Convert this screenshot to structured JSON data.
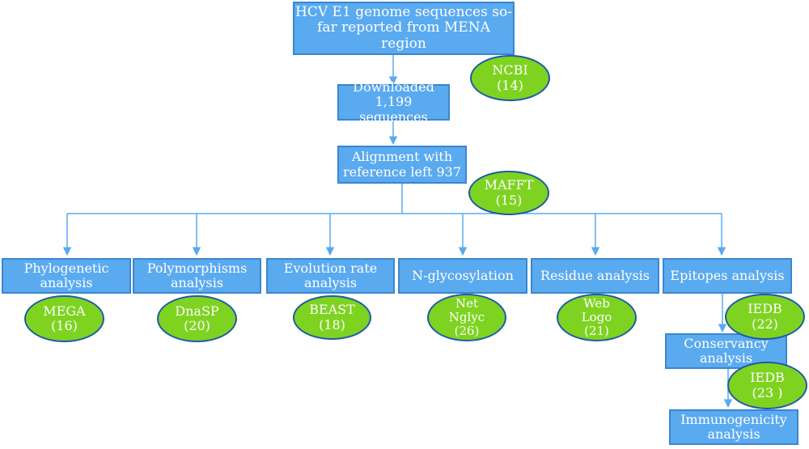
{
  "colors": {
    "box_fill": "#5aaaf0",
    "box_border": "#3a86d0",
    "oval_fill": "#7ed321",
    "oval_border": "#1e5aa8",
    "connector": "#5aaaf0"
  },
  "steps": {
    "source": "HCV E1 genome sequences so-\nfar reported from MENA region",
    "download": "Downloaded\n1,199 sequences",
    "alignment": "Alignment with\nreference left 937",
    "phylogenetic": "Phylogenetic\nanalysis",
    "polymorphisms": "Polymorphisms\nanalysis",
    "evolution": "Evolution rate\nanalysis",
    "nglyco": "N-glycosylation",
    "residue": "Residue analysis",
    "epitopes": "Epitopes analysis",
    "conservancy": "Conservancy\nanalysis",
    "immunogenicity": "Immunogenicity\nanalysis"
  },
  "tools": {
    "ncbi": "NCBI\n(14)",
    "mafft": "MAFFT\n(15)",
    "mega": "MEGA\n(16)",
    "dnasp": "DnaSP\n(20)",
    "beast": "BEAST\n(18)",
    "netnglyc": "Net\nNglyc\n(26)",
    "weblogo": "Web\nLogo\n(21)",
    "iedb_epitopes": "IEDB\n(22)",
    "iedb_conservancy": "IEDB\n(23 )"
  }
}
